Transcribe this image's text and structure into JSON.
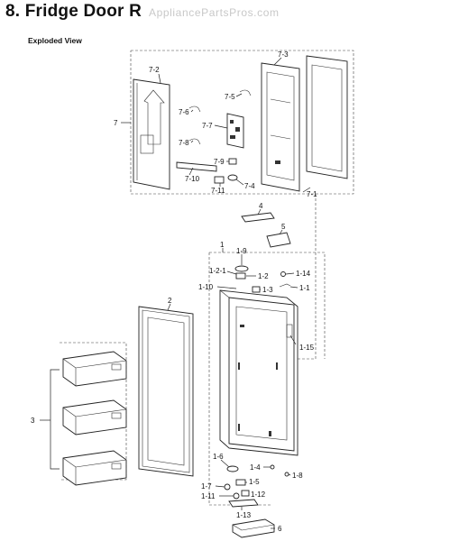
{
  "header": {
    "title": "8.  Fridge Door R",
    "site": "AppliancePartsPros.com"
  },
  "subtitle": "Exploded View",
  "labels": {
    "l7_2": "7-2",
    "l7_3": "7-3",
    "l7": "7",
    "l7_5": "7-5",
    "l7_6": "7-6",
    "l7_7": "7-7",
    "l7_8": "7-8",
    "l7_9": "7-9",
    "l7_10": "7-10",
    "l7_11": "7-11",
    "l7_4": "7-4",
    "l7_1": "7-1",
    "l4": "4",
    "l5": "5",
    "l1": "1",
    "l1_9": "1-9",
    "l1_2_1": "1-2-1",
    "l1_2": "1-2",
    "l1_14": "1-14",
    "l1_10": "1-10",
    "l1_3": "1-3",
    "l1_1": "1-1",
    "l2": "2",
    "l1_15": "1-15",
    "l3": "3",
    "l1_6": "1-6",
    "l1_4": "1-4",
    "l1_8": "1-8",
    "l1_5": "1-5",
    "l1_7": "1-7",
    "l1_11": "1-11",
    "l1_12": "1-12",
    "l1_13": "1-13",
    "l6": "6"
  }
}
